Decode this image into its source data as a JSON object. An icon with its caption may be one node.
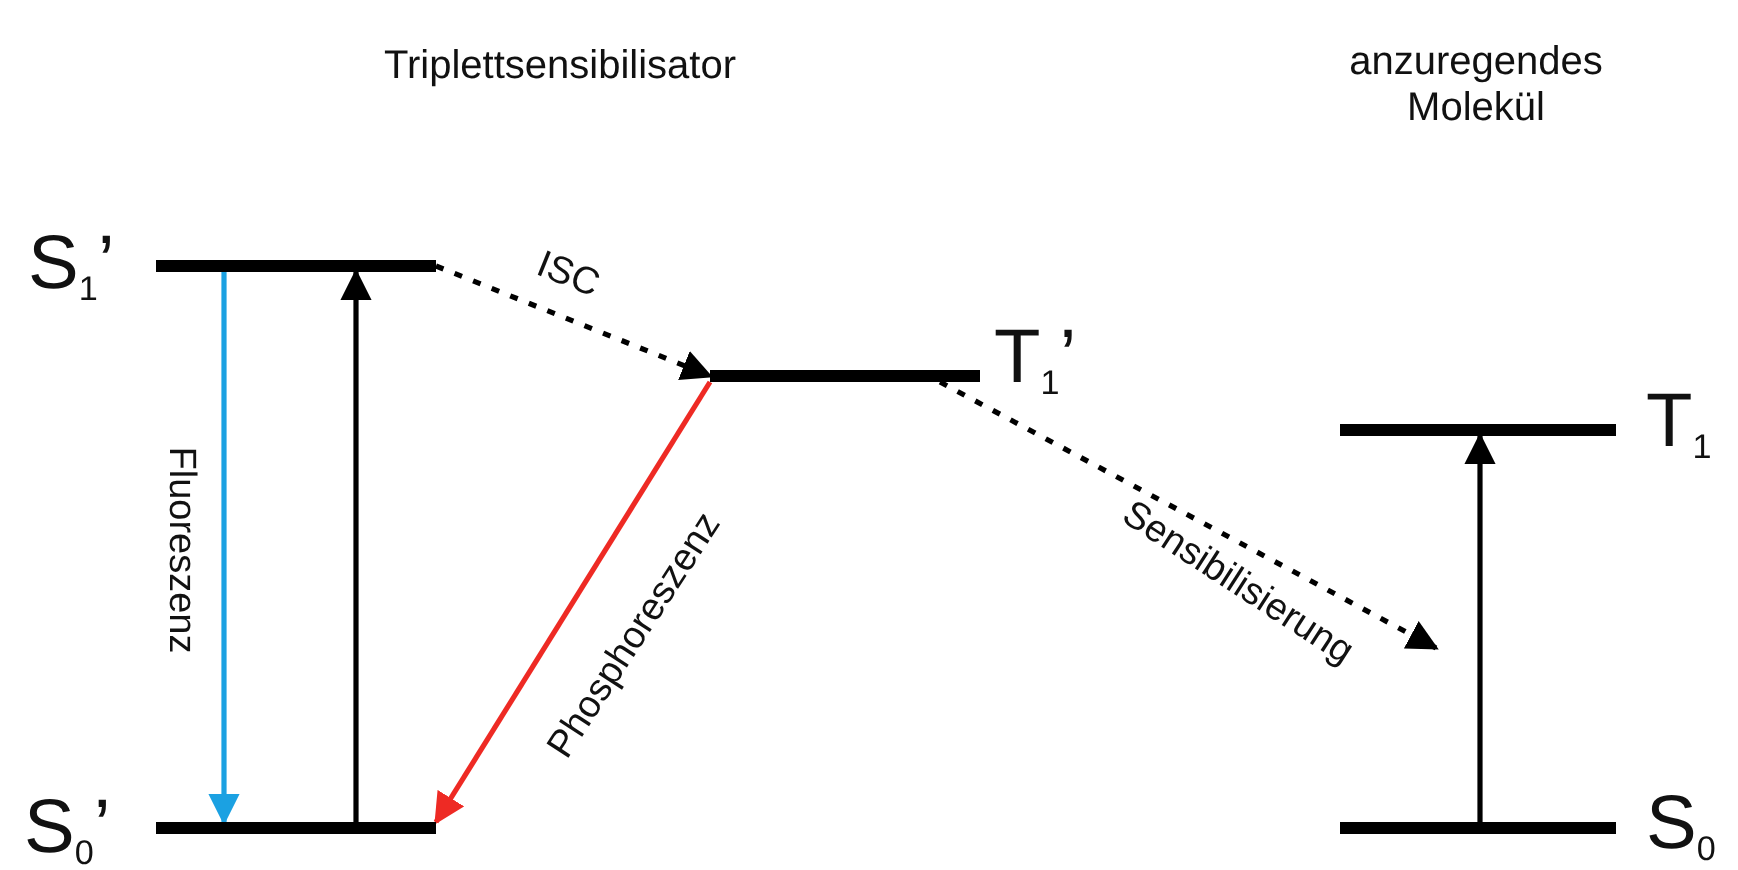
{
  "diagram": {
    "nodes": [
      {
        "text": [],
        "shape": "bar",
        "beside": [
          "S$_{1}$’"
        ]
      },
      {
        "text": [],
        "shape": "bar",
        "beside": [
          "S$_{0}$’"
        ]
      },
      {
        "text": [],
        "shape": "bar",
        "beside": [
          "T$_{1}$’"
        ]
      },
      {
        "text": [],
        "shape": "bar",
        "beside": [
          "T$_{1}$"
        ]
      },
      {
        "text": [],
        "shape": "bar",
        "beside": [
          "S$_{0}$"
        ]
      }
    ],
    "edges": [
      {
        "from": 1,
        "to": 0,
        "arrow": "to"
      },
      {
        "from": 0,
        "to": 1,
        "arrow": "to",
        "label": "Fluoreszenz",
        "color": "#1ba1e2"
      },
      {
        "from": 0,
        "to": 2,
        "arrow": "to",
        "label": "ISC",
        "style": "dashed"
      },
      {
        "from": 2,
        "to": 1,
        "arrow": "to",
        "label": "Phosphoreszenz",
        "color": "#ee2a24"
      },
      {
        "from": 2,
        "to": null,
        "arrow": "to",
        "label": "Sensibilisierung",
        "style": "dashed"
      },
      {
        "from": 4,
        "to": 3,
        "arrow": "to"
      }
    ],
    "labels": [
      "Triplettsensibilisator",
      "anzuregendes Molekül"
    ]
  }
}
